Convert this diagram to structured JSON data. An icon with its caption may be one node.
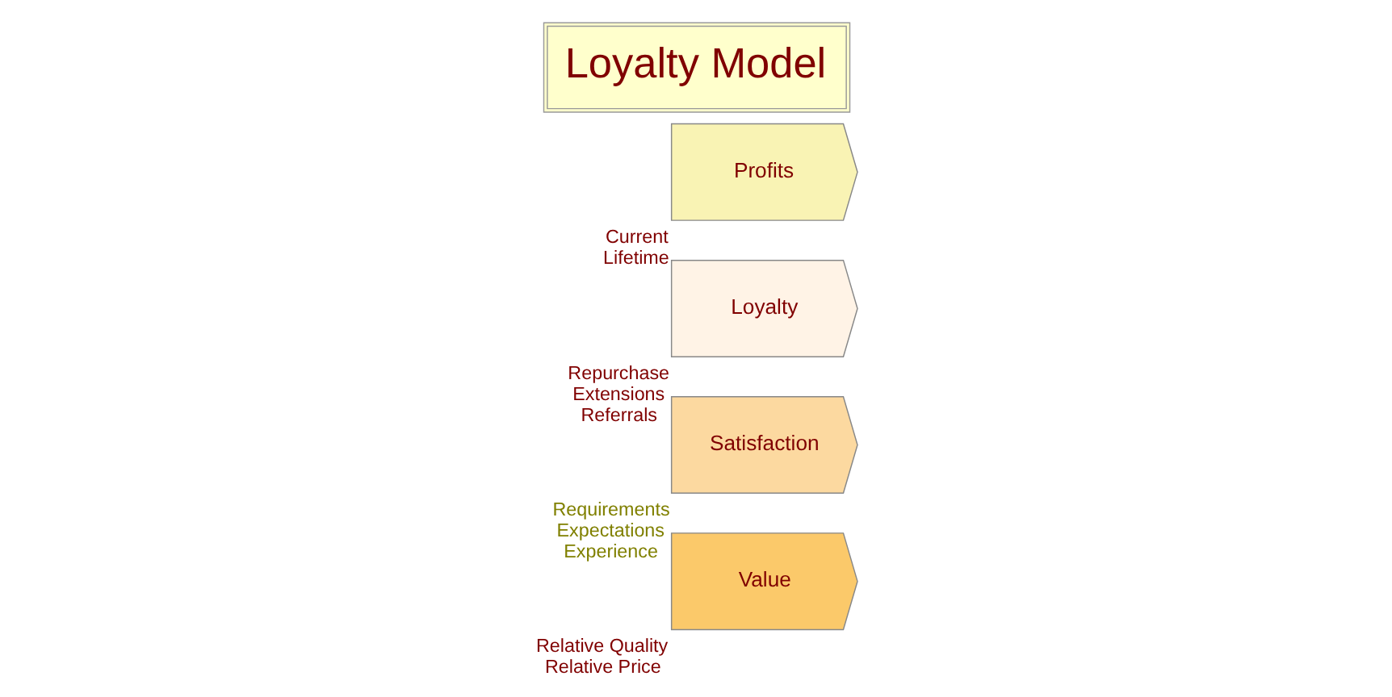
{
  "diagram": {
    "title": "Loyalty Model",
    "nodes": [
      {
        "text": [
          "Value"
        ],
        "beside": [
          "Relative Quality",
          "Relative Price"
        ]
      },
      {
        "text": [
          "Satisfaction"
        ],
        "beside": [
          "Requirements",
          "Expectations",
          "Experience"
        ]
      },
      {
        "text": [
          "Loyalty"
        ],
        "beside": [
          "Repurchase",
          "Extensions",
          "Referrals"
        ]
      },
      {
        "text": [
          "Profits"
        ],
        "beside": [
          "Current",
          "Lifetime"
        ]
      }
    ],
    "edges": []
  }
}
